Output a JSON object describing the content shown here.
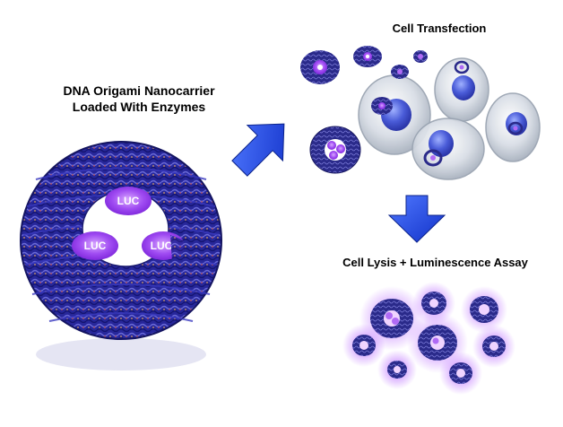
{
  "labels": {
    "carrier_title_line1": "DNA Origami Nanocarrier",
    "carrier_title_line2": "Loaded With Enzymes",
    "transfection": "Cell Transfection",
    "assay": "Cell Lysis + Luminescence Assay"
  },
  "enzymes": [
    "LUC",
    "LUC",
    "LUC"
  ],
  "colors": {
    "dna_blue": "#27279a",
    "enzyme_purple": "#9b3df0",
    "arrow_blue": "#1a3ee0",
    "cell_gray": "#c6ced9",
    "nucleus_blue": "#4a5cd8"
  }
}
